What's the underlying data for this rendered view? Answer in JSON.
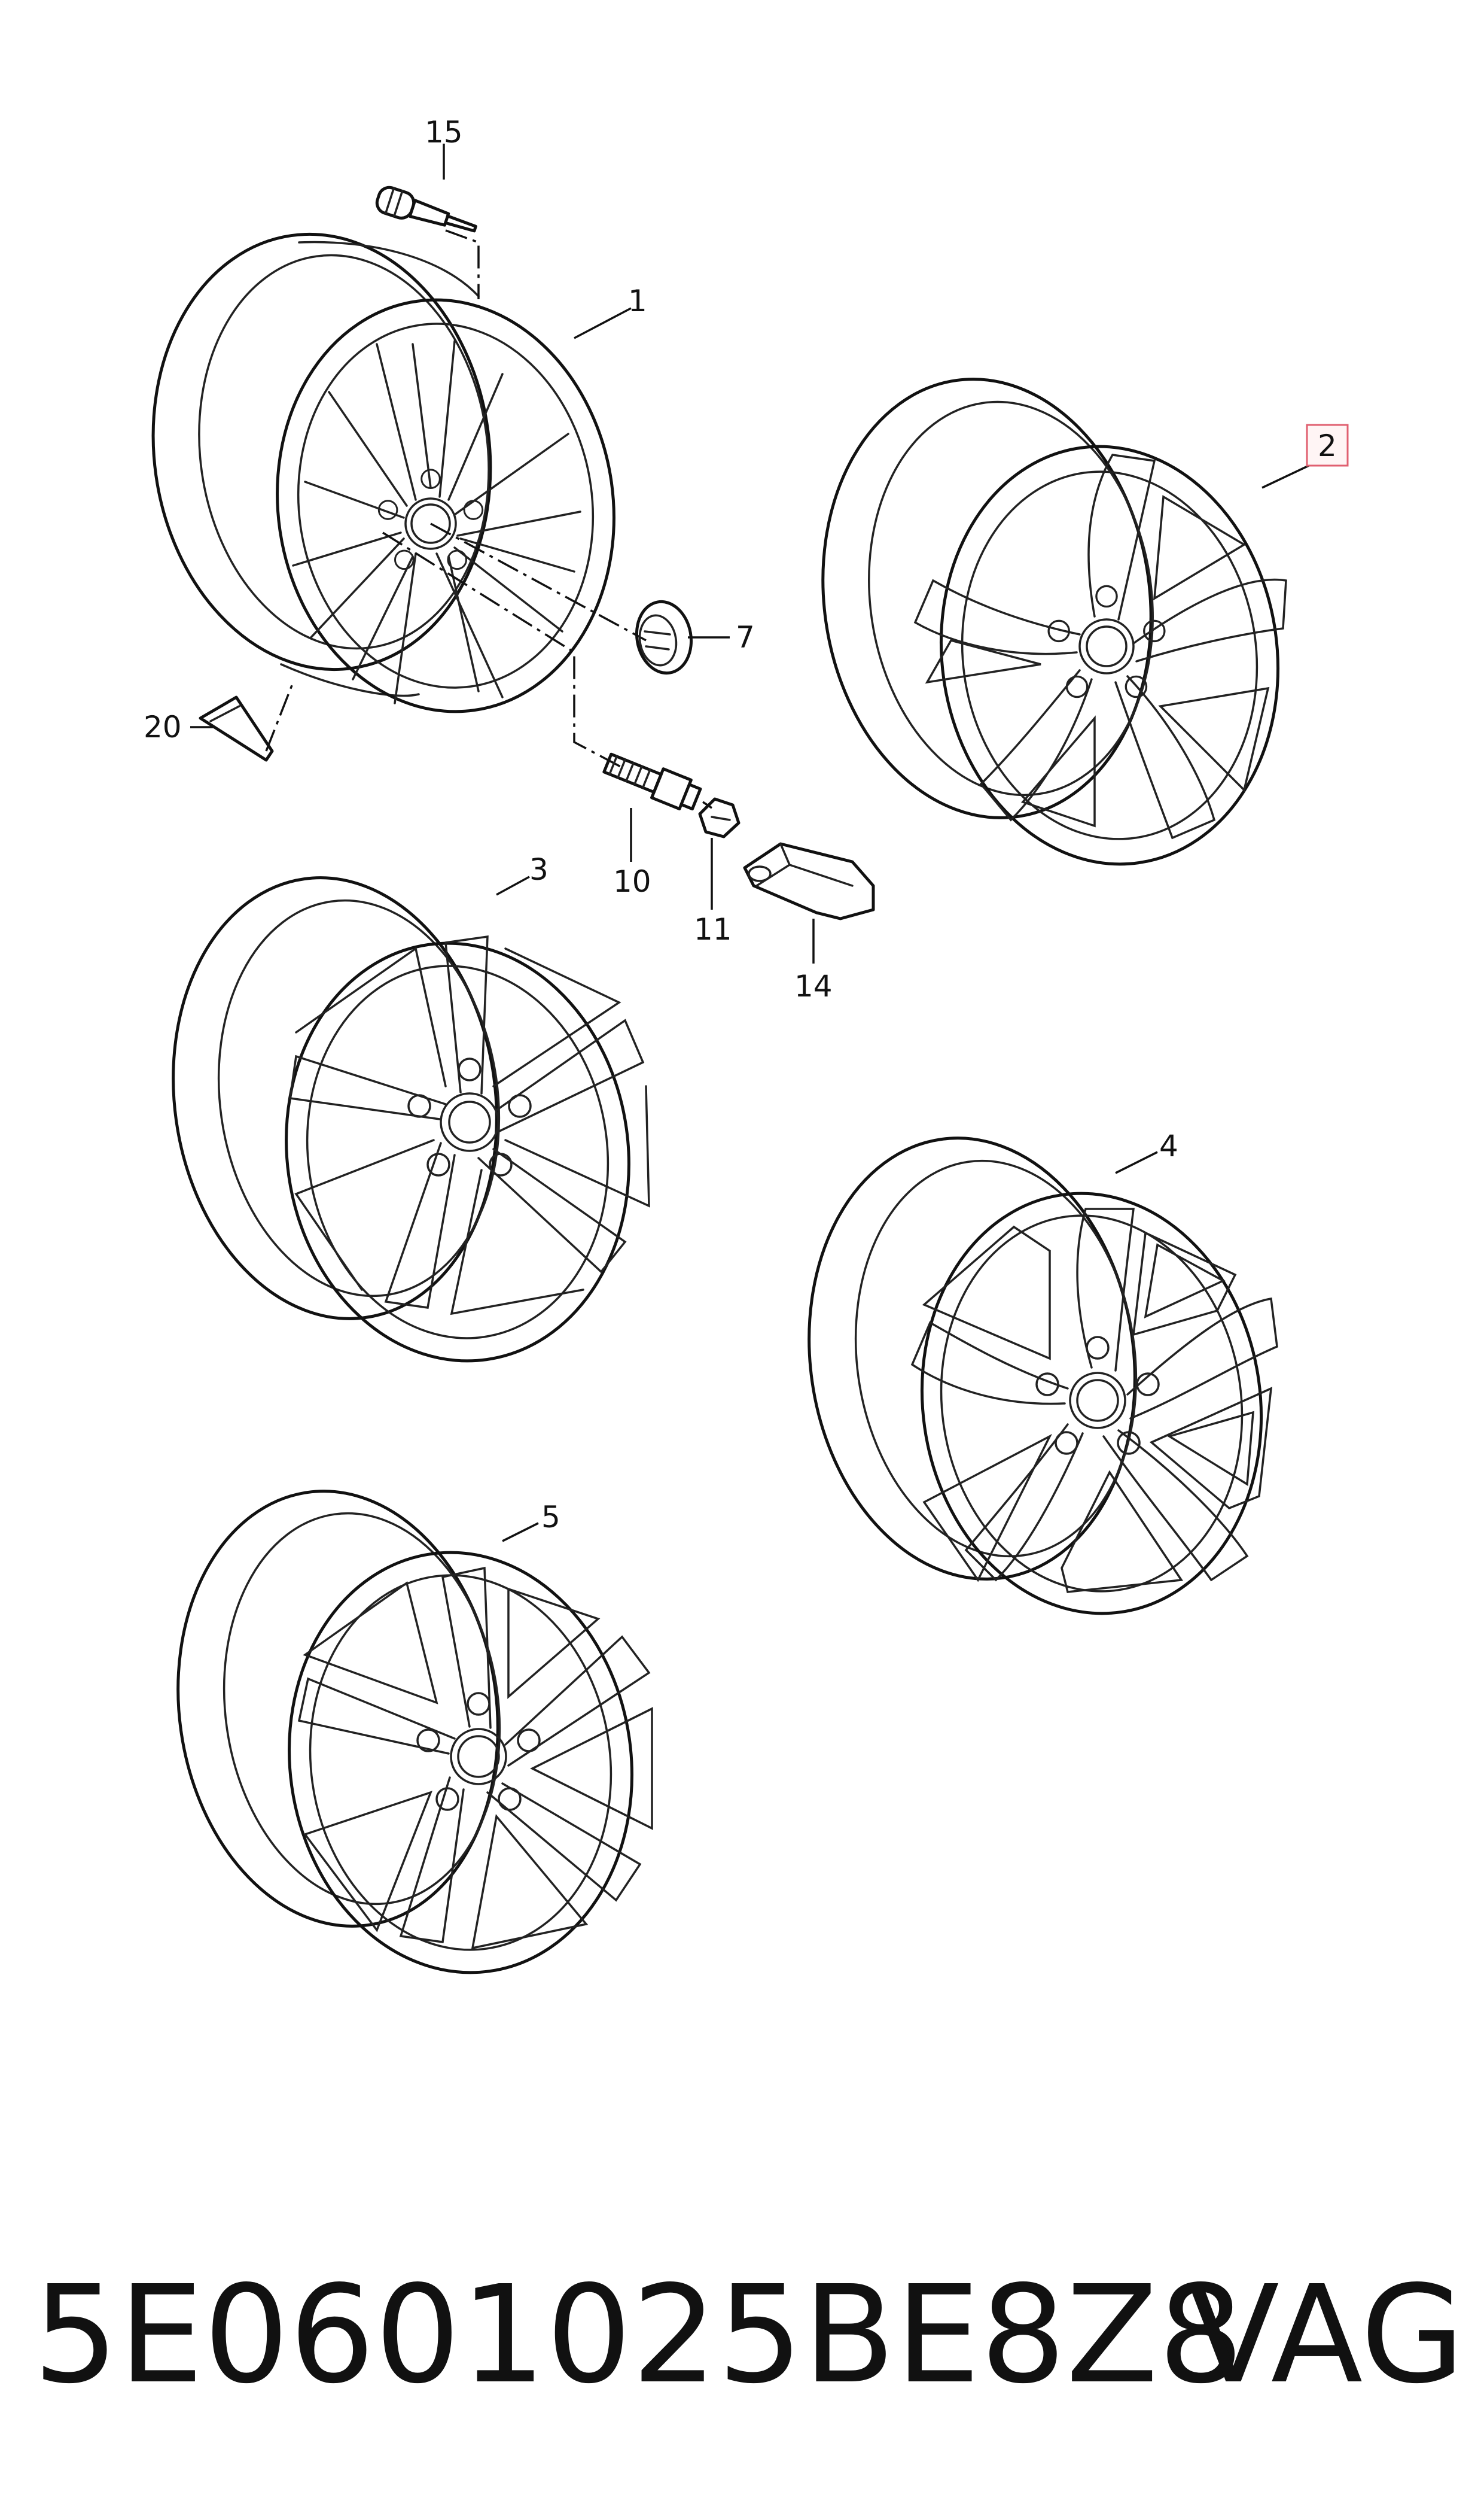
{
  "diagram": {
    "callouts": [
      {
        "id": "wheel-1",
        "text": "1"
      },
      {
        "id": "wheel-2",
        "text": "2",
        "highlighted": true
      },
      {
        "id": "wheel-3",
        "text": "3"
      },
      {
        "id": "wheel-4",
        "text": "4"
      },
      {
        "id": "wheel-5",
        "text": "5"
      },
      {
        "id": "center-cap",
        "text": "7"
      },
      {
        "id": "wheel-bolt",
        "text": "10"
      },
      {
        "id": "bolt-cap",
        "text": "11"
      },
      {
        "id": "bolt-tool",
        "text": "14"
      },
      {
        "id": "tyre-valve",
        "text": "15"
      },
      {
        "id": "rim-clip",
        "text": "20"
      }
    ],
    "highlight_color": "#e06070",
    "line_color": "#111111"
  },
  "footer": {
    "part_number": "5E0601025BE8Z8",
    "brand": "VAG"
  }
}
